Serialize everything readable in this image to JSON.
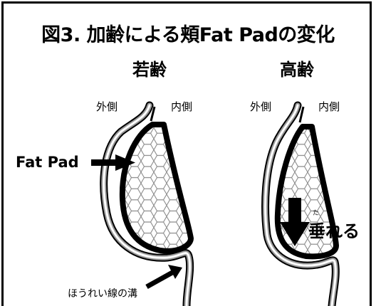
{
  "title": "図3. 加齢による頬Fat Padの変化",
  "panels": {
    "young": {
      "heading": "若齢",
      "outer_label": "外側",
      "inner_label": "内側"
    },
    "old": {
      "heading": "高齢",
      "outer_label": "外側",
      "inner_label": "内側"
    }
  },
  "callouts": {
    "fat_pad": "Fat Pad",
    "sagging": "垂れる",
    "sagging_ruby": "た",
    "nasolabial_groove": "ほうれい線の溝"
  },
  "colors": {
    "ink": "#000000",
    "skin_band": "#9a9a9a",
    "background": "#ffffff"
  }
}
